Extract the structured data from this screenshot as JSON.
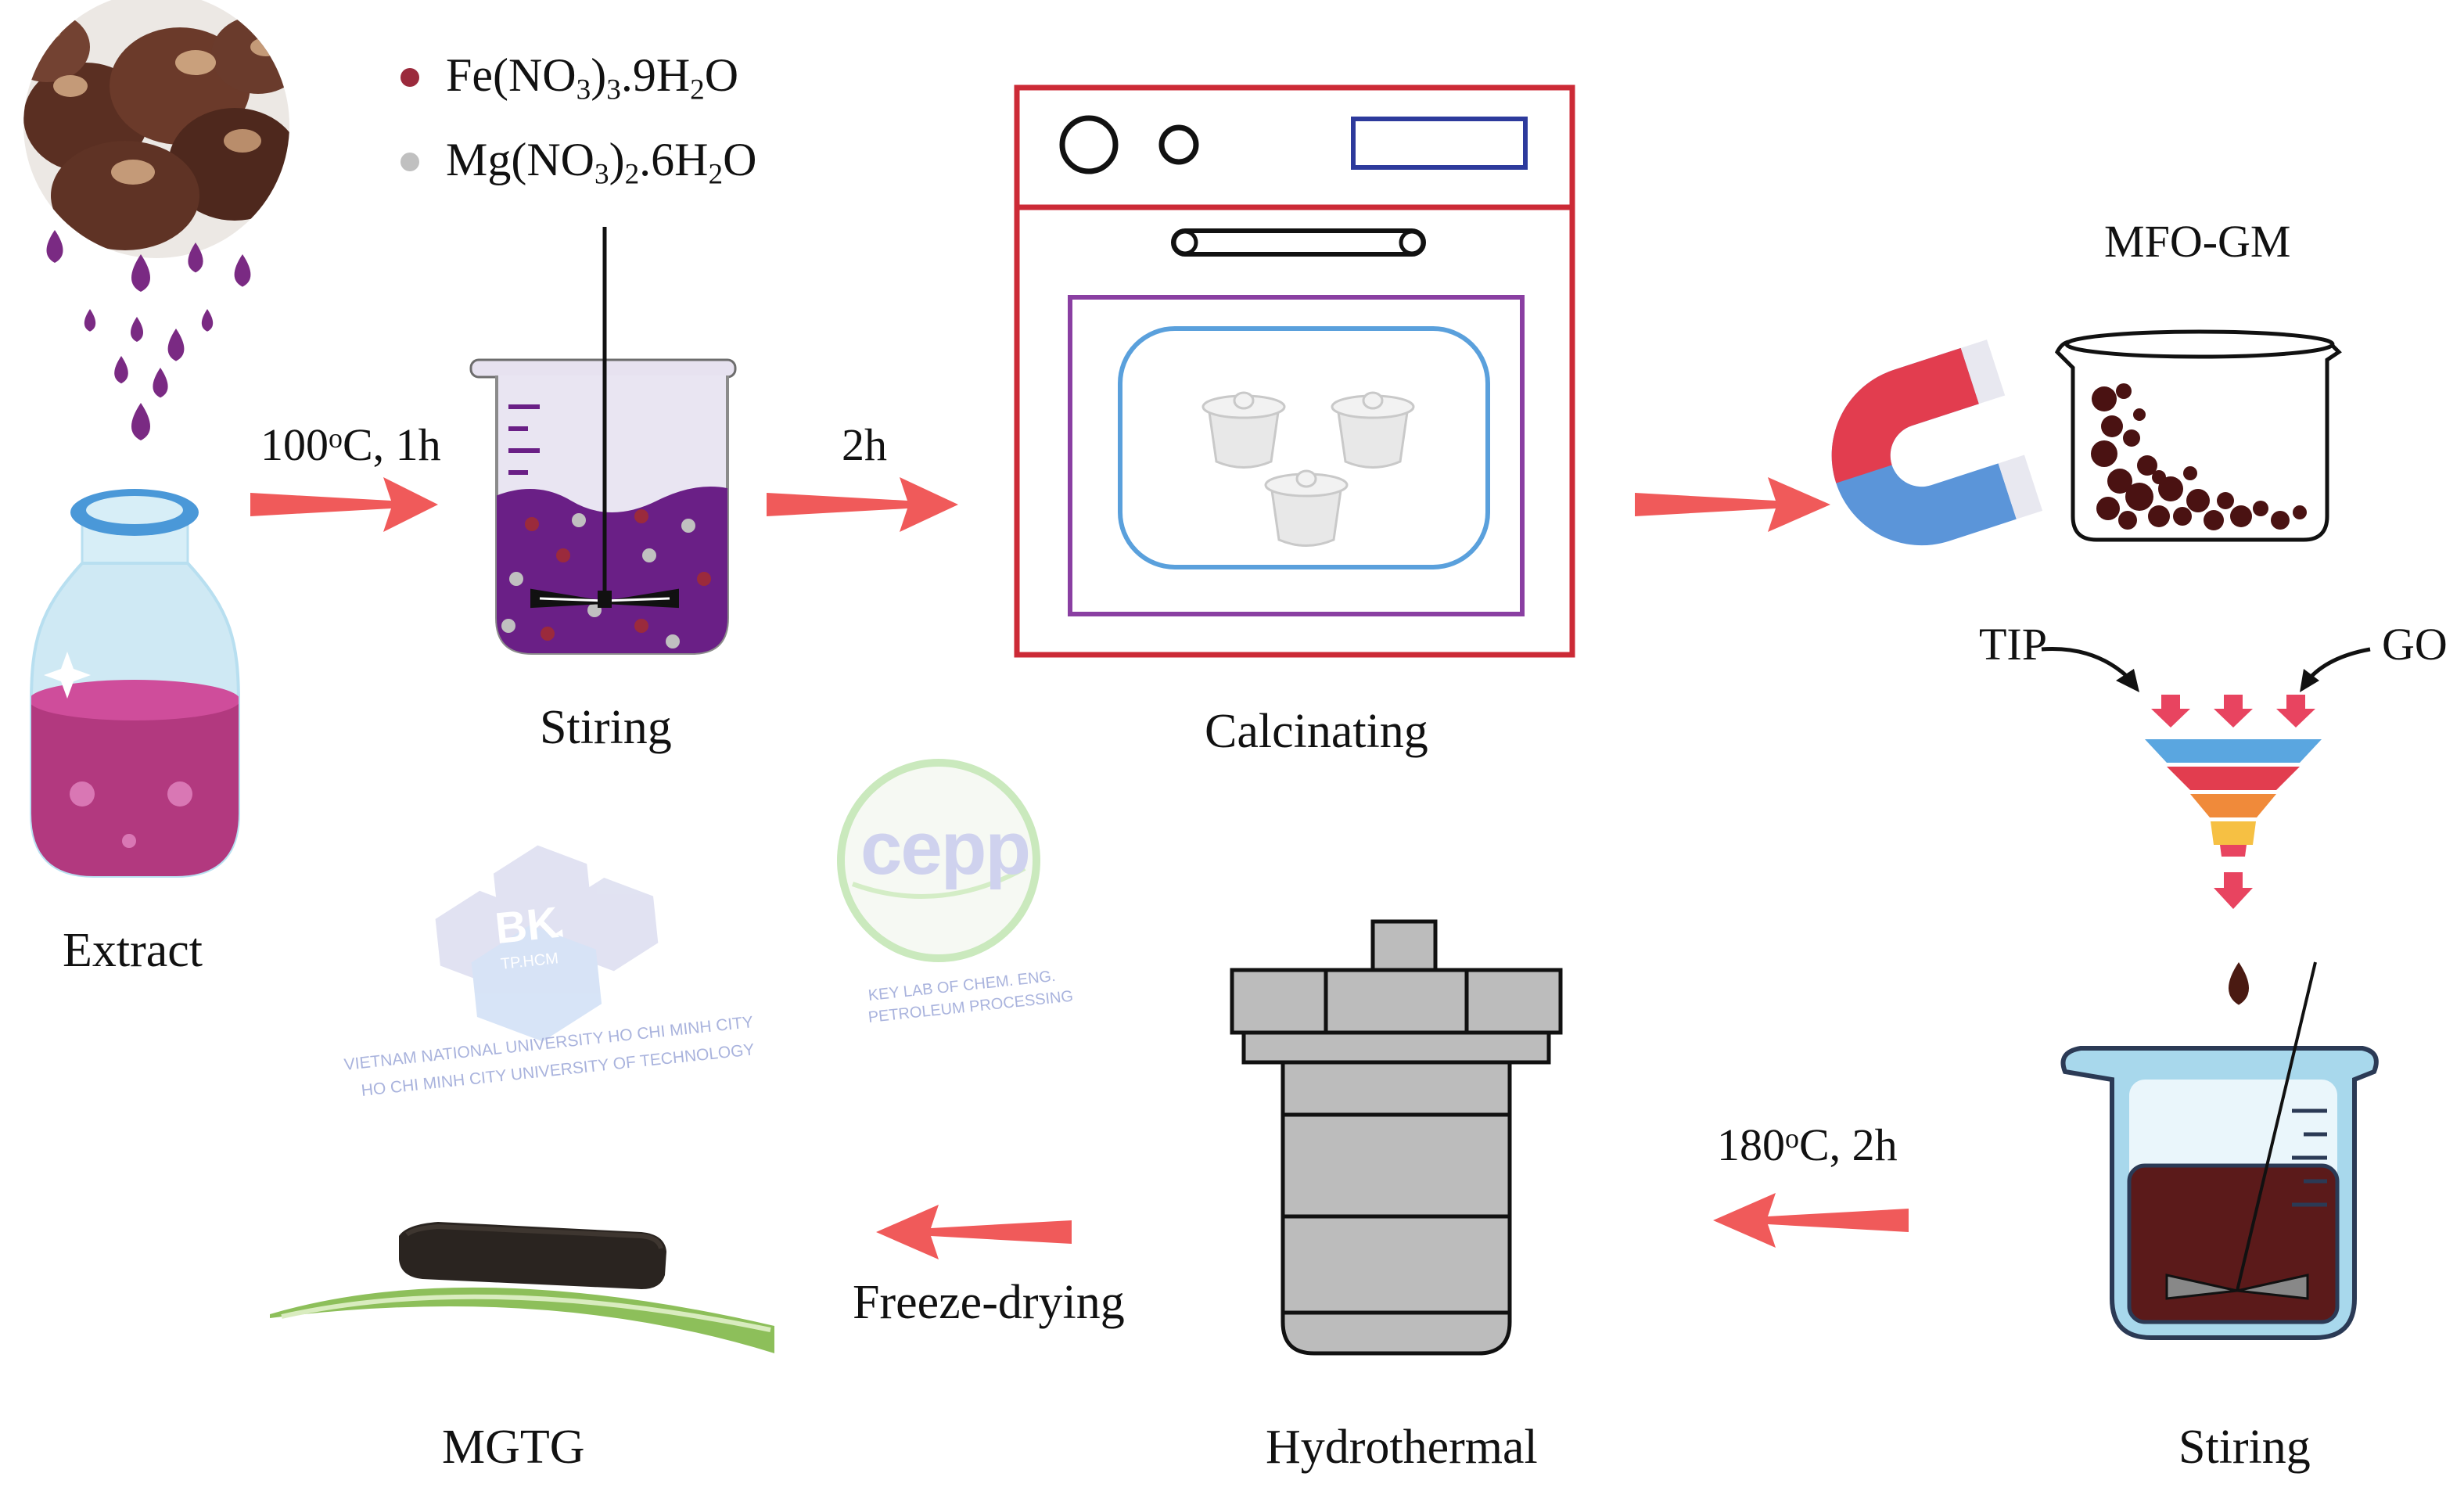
{
  "steps": {
    "extract": "Extract",
    "stiring_1": "Stiring",
    "calcinating": "Calcinating",
    "product_1": "MFO-GM",
    "stiring_2": "Stiring",
    "hydrothermal": "Hydrothermal",
    "product_2": "MGTG"
  },
  "conditions": {
    "stir": "100oC, 1h",
    "calcine": "2h",
    "hydrothermal": "180oC, 2h",
    "drying": "Freeze-drying"
  },
  "reagents": {
    "fe": "Fe(NO3)3.9H2O",
    "mg": "Mg(NO3)2.6H2O",
    "tip": "TIP",
    "go": "GO"
  },
  "watermarks": {
    "bk_logo": "BK",
    "bk_sub": "TP.HCM",
    "bk_line1": "VIETNAM NATIONAL UNIVERSITY HO CHI MINH CITY",
    "bk_line2": "HO CHI MINH CITY UNIVERSITY OF TECHNOLOGY",
    "cepp_logo": "cepp",
    "cepp_line1": "KEY LAB OF CHEM. ENG.",
    "cepp_line2": "PETROLEUM PROCESSING"
  },
  "colors": {
    "arrow": "#f05a5a",
    "purple_liquid": "#6a1f86",
    "oven_frame": "#cc2a36",
    "oven_inner": "#8a3fa2",
    "tray": "#5aa0dc",
    "brown_solution": "#5b1a1a",
    "beaker_blue": "#a8d8ec"
  }
}
